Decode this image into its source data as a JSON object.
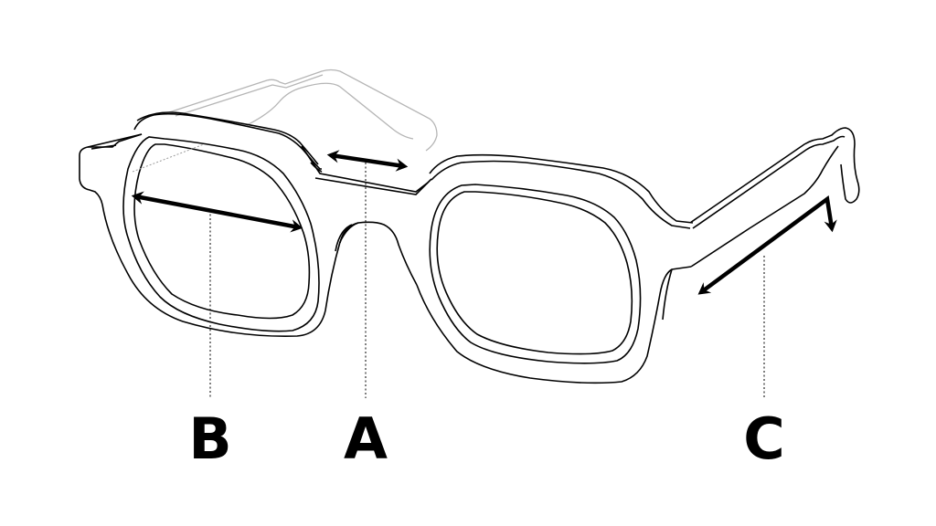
{
  "diagram": {
    "subject": "eyeglasses-frame",
    "background_color": "#ffffff",
    "stroke_color": "#000000",
    "ghost_stroke_color": "#b0b0b0",
    "measurements": [
      {
        "id": "A",
        "label": "A",
        "meaning": "bridge-width"
      },
      {
        "id": "B",
        "label": "B",
        "meaning": "lens-width"
      },
      {
        "id": "C",
        "label": "C",
        "meaning": "temple-length"
      }
    ]
  }
}
